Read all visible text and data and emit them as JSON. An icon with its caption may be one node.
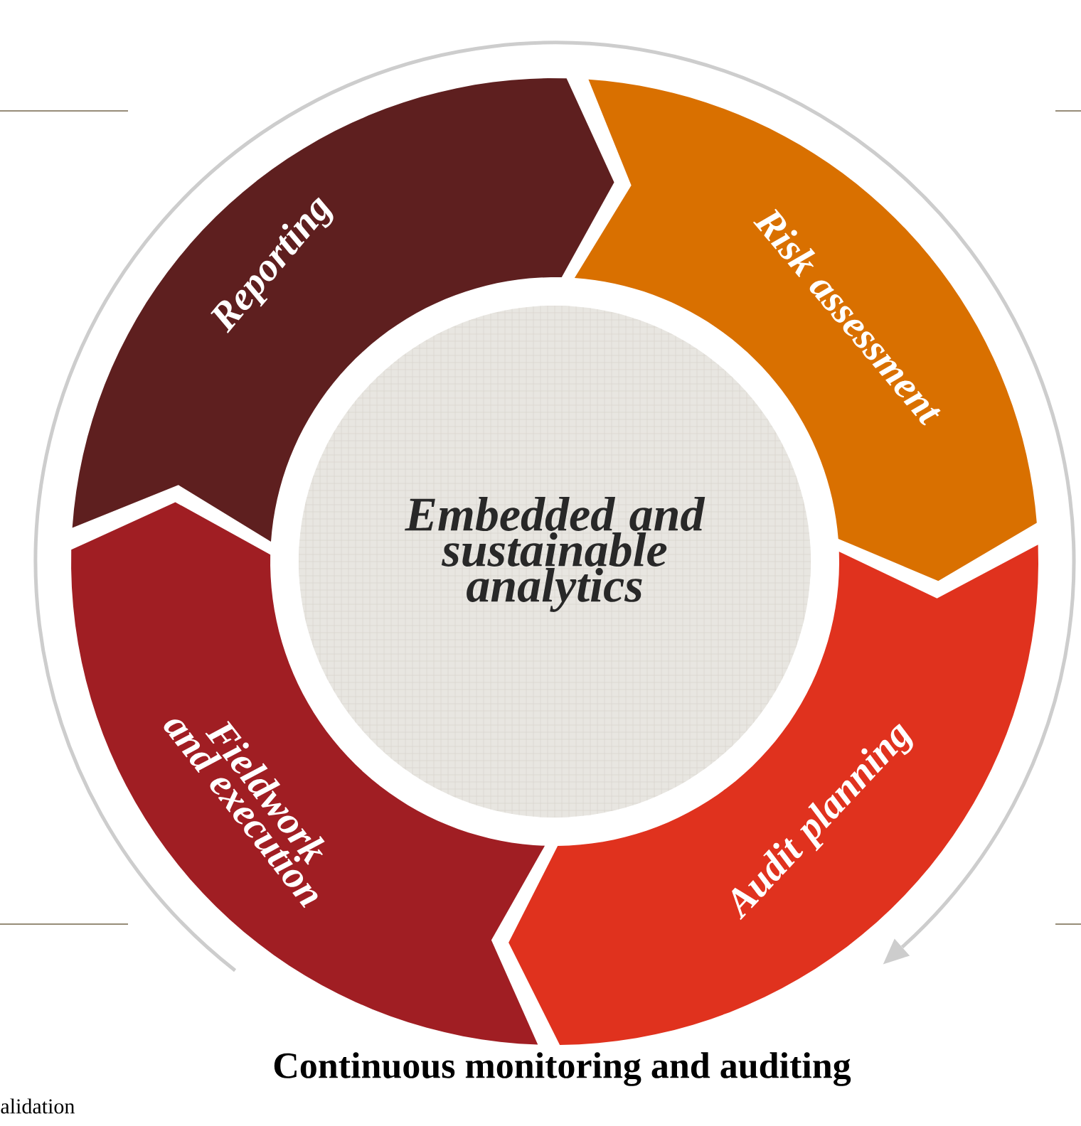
{
  "diagram": {
    "nodes": [
      {
        "text": [
          "Embedded and sustainable analytics"
        ]
      },
      {
        "text": [
          "Reporting"
        ]
      },
      {
        "text": [
          "Risk assessment"
        ]
      },
      {
        "text": [
          "Fieldwork and execution"
        ]
      },
      {
        "text": [
          "Audit planning"
        ]
      }
    ],
    "labels": [
      "Continuous monitoring and auditing",
      "alidation"
    ]
  }
}
